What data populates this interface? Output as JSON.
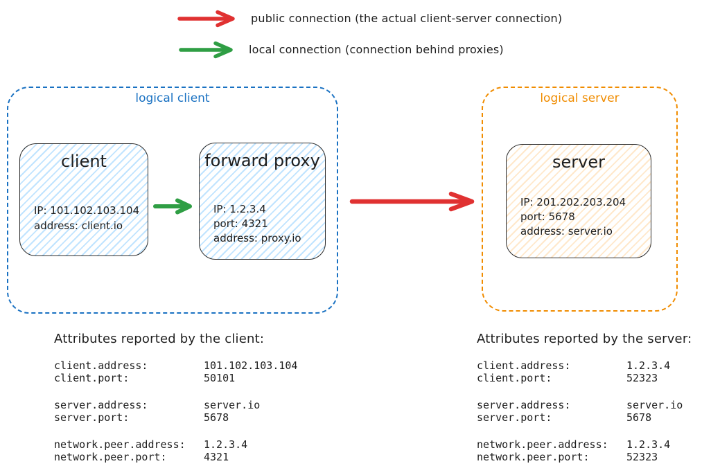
{
  "legend": {
    "public_label": "public connection (the actual client-server connection)",
    "local_label": "local connection (connection behind proxies)",
    "public_color": "#e03131",
    "local_color": "#2f9e44"
  },
  "logical_client": {
    "label": "logical client",
    "border_color": "#1971c2",
    "client_node": {
      "title": "client",
      "fill_color": "#a5d8ff",
      "lines": [
        "IP: 101.102.103.104",
        "address: client.io"
      ]
    },
    "proxy_node": {
      "title": "forward proxy",
      "fill_color": "#a5d8ff",
      "lines": [
        "IP: 1.2.3.4",
        "port: 4321",
        "address: proxy.io"
      ]
    }
  },
  "logical_server": {
    "label": "logical server",
    "border_color": "#f08c00",
    "server_node": {
      "title": "server",
      "fill_color": "#ffd8a8",
      "lines": [
        "IP: 201.202.203.204",
        "port: 5678",
        "address: server.io"
      ]
    }
  },
  "client_attributes": {
    "heading": "Attributes reported by the client:",
    "rows": [
      {
        "key": "client.address:",
        "value": "101.102.103.104"
      },
      {
        "key": "client.port:",
        "value": "50101"
      },
      {
        "key": "server.address:",
        "value": "server.io"
      },
      {
        "key": "server.port:",
        "value": "5678"
      },
      {
        "key": "network.peer.address:",
        "value": "1.2.3.4"
      },
      {
        "key": "network.peer.port:",
        "value": "4321"
      }
    ]
  },
  "server_attributes": {
    "heading": "Attributes reported by the server:",
    "rows": [
      {
        "key": "client.address:",
        "value": "1.2.3.4"
      },
      {
        "key": "client.port:",
        "value": "52323"
      },
      {
        "key": "server.address:",
        "value": "server.io"
      },
      {
        "key": "server.port:",
        "value": "5678"
      },
      {
        "key": "network.peer.address:",
        "value": "1.2.3.4"
      },
      {
        "key": "network.peer.port:",
        "value": "52323"
      }
    ]
  },
  "colors": {
    "ink": "#1e1e1e",
    "red": "#e03131",
    "green": "#2f9e44",
    "blue": "#1971c2",
    "orange": "#f08c00"
  }
}
